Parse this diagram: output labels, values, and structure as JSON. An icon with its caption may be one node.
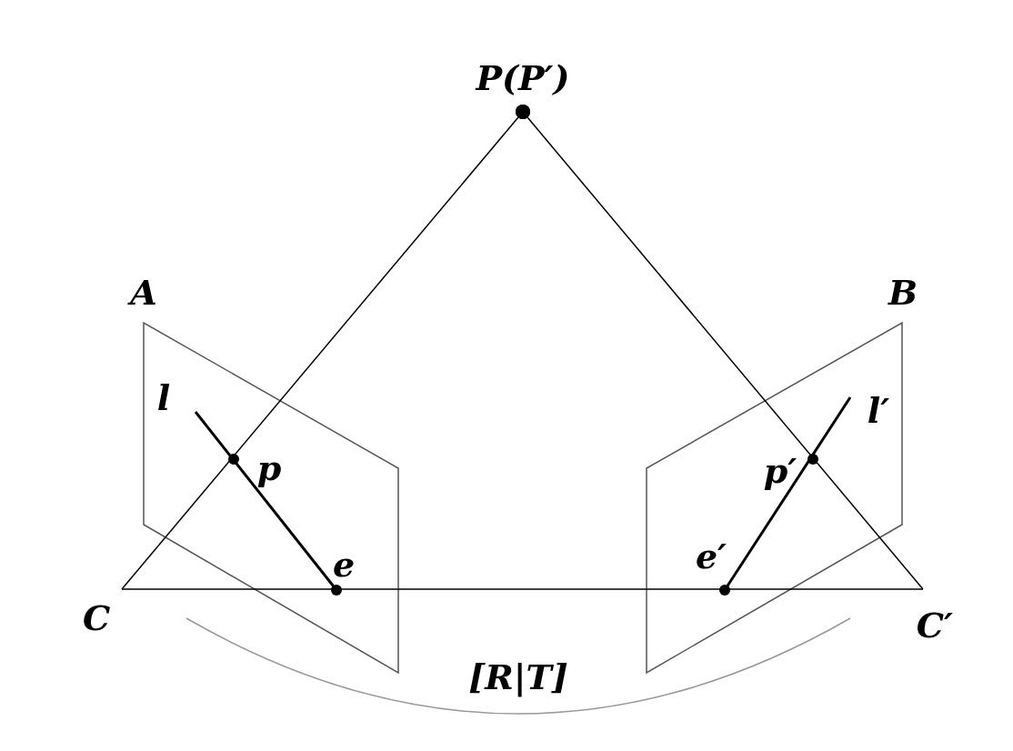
{
  "diagram": {
    "nodes": [
      {
        "text": [
          "P(P′)"
        ]
      },
      {
        "text": [
          "C"
        ]
      },
      {
        "text": [
          "C′"
        ]
      }
    ],
    "edges": [
      {
        "from": 0,
        "to": 1,
        "arrow": "other"
      },
      {
        "from": 0,
        "to": 2,
        "arrow": "other"
      },
      {
        "from": 1,
        "to": 2,
        "arrow": "none"
      }
    ],
    "labels": [
      "A",
      "B",
      "l",
      "l′",
      "p",
      "p′",
      "e",
      "e′",
      "[R|T]"
    ]
  }
}
